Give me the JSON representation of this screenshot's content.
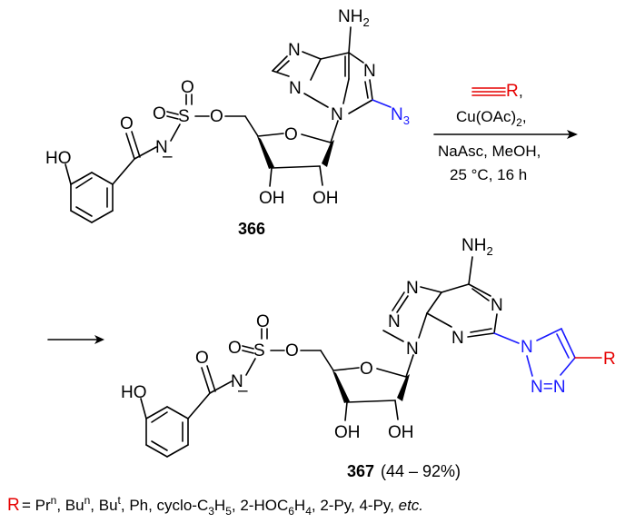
{
  "atoms": {
    "nh2": "NH",
    "nh2_sub": "2",
    "n": "N",
    "o": "O",
    "s": "S",
    "ho": "HO",
    "oh": "OH",
    "n3": "N",
    "n3_sub": "3",
    "nn": "N=N",
    "r": "R"
  },
  "reagents": {
    "alkyne_r": "R",
    "alkyne_comma": ",",
    "line1": "Cu(OAc)",
    "line1_sub": "2",
    "line1_end": ",",
    "line2": "NaAsc, MeOH,",
    "line3": "25 °C, 16 h"
  },
  "compound1": {
    "label": "366"
  },
  "compound2": {
    "label": "367",
    "yield": "(44 – 92%)"
  },
  "footnote": {
    "r": "R",
    "text_parts": [
      " = Pr",
      "n",
      ", Bu",
      "n",
      ", Bu",
      "t",
      ", Ph, cyclo-C",
      "3",
      "H",
      "5",
      ", 2-HOC",
      "6",
      "H",
      "4",
      ", 2-Py, 4-Py, "
    ],
    "etc": "etc."
  },
  "colors": {
    "azide": "#1a1aff",
    "triazole": "#1a1aff",
    "r_group": "#e60000",
    "alkyne": "#e60000"
  }
}
